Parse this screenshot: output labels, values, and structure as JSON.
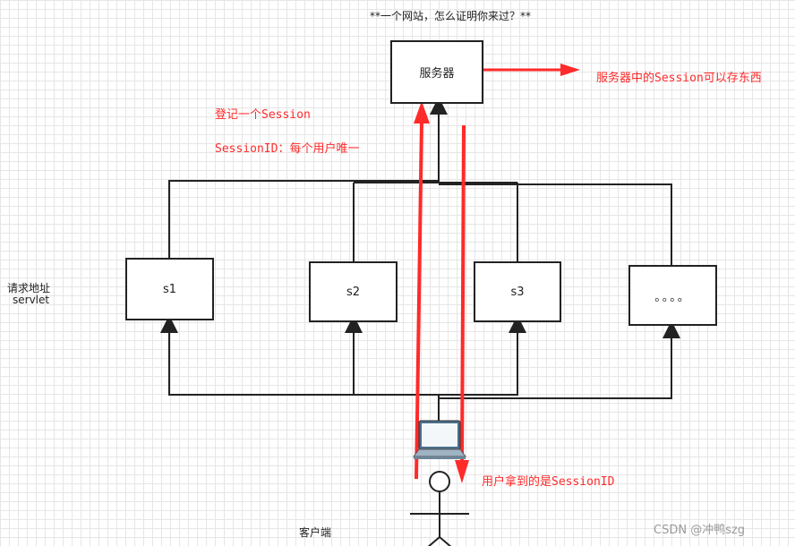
{
  "title": "**一个网站，怎么证明你来过？**",
  "nodes": {
    "server": "服务器",
    "s1": "s1",
    "s2": "s2",
    "s3": "s3",
    "more": "。。。。"
  },
  "labels": {
    "left_top": "请求地址",
    "left_bottom": "servlet",
    "client": "客户端"
  },
  "annotations": {
    "session_storage": "服务器中的Session可以存东西",
    "register_session": "登记一个Session",
    "session_id_unique": "SessionID：每个用户唯一",
    "user_gets_id": "用户拿到的是SessionID"
  },
  "watermark": "CSDN @冲鸭szg",
  "colors": {
    "annotation_red": "#ff2a2a",
    "line_dark": "#222222",
    "grid": "#e6e6e6"
  }
}
